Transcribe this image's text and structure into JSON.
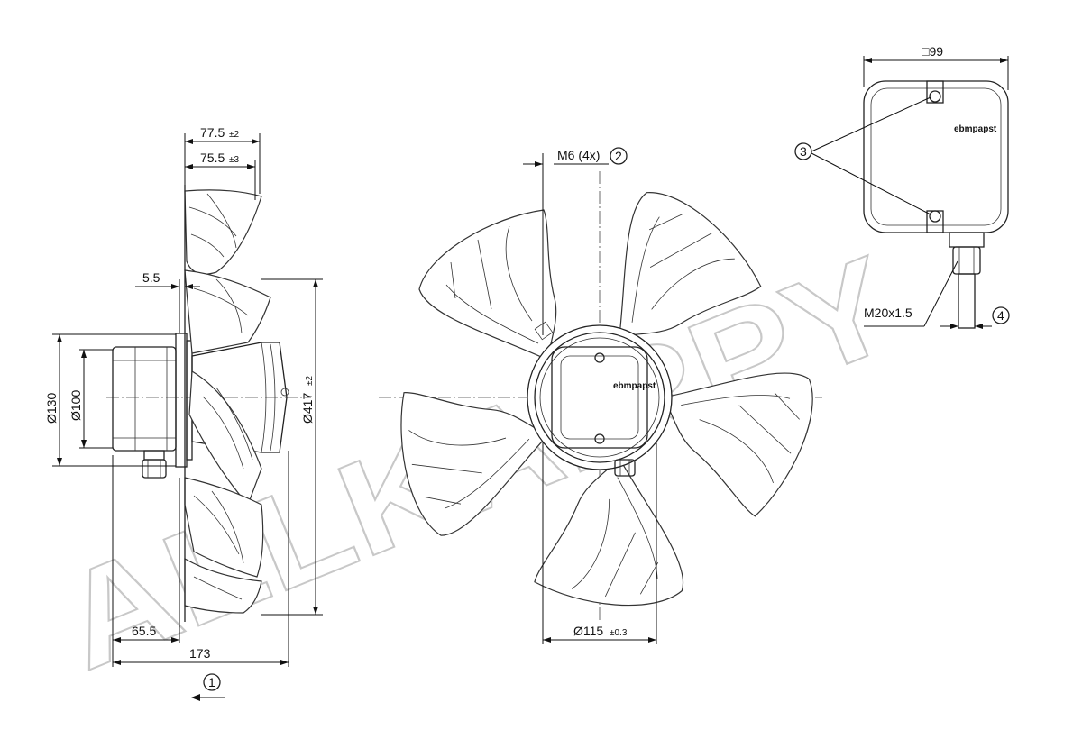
{
  "watermark": "ALLKAIRPY",
  "side_view": {
    "dim_top_1": {
      "value": "77.5",
      "tol": "±2"
    },
    "dim_top_2": {
      "value": "75.5",
      "tol": "±3"
    },
    "dim_gap": "5.5",
    "dim_dia_1": "Ø130",
    "dim_dia_2": "Ø100",
    "dim_dia_fan": {
      "value": "Ø417",
      "tol": "±2"
    },
    "dim_bottom_1": "65.5",
    "dim_bottom_2": "173",
    "airflow_marker": "1"
  },
  "front_view": {
    "bolt_label": "M6 (4x)",
    "bolt_marker": "2",
    "brand": "ebmpapst",
    "hub_dim": {
      "value": "Ø115",
      "tol": "±0.3"
    }
  },
  "terminal_box": {
    "size_label": "□99",
    "screw_marker": "3",
    "brand": "ebmpapst",
    "gland_label": "M20x1.5",
    "cable_marker": "4"
  }
}
